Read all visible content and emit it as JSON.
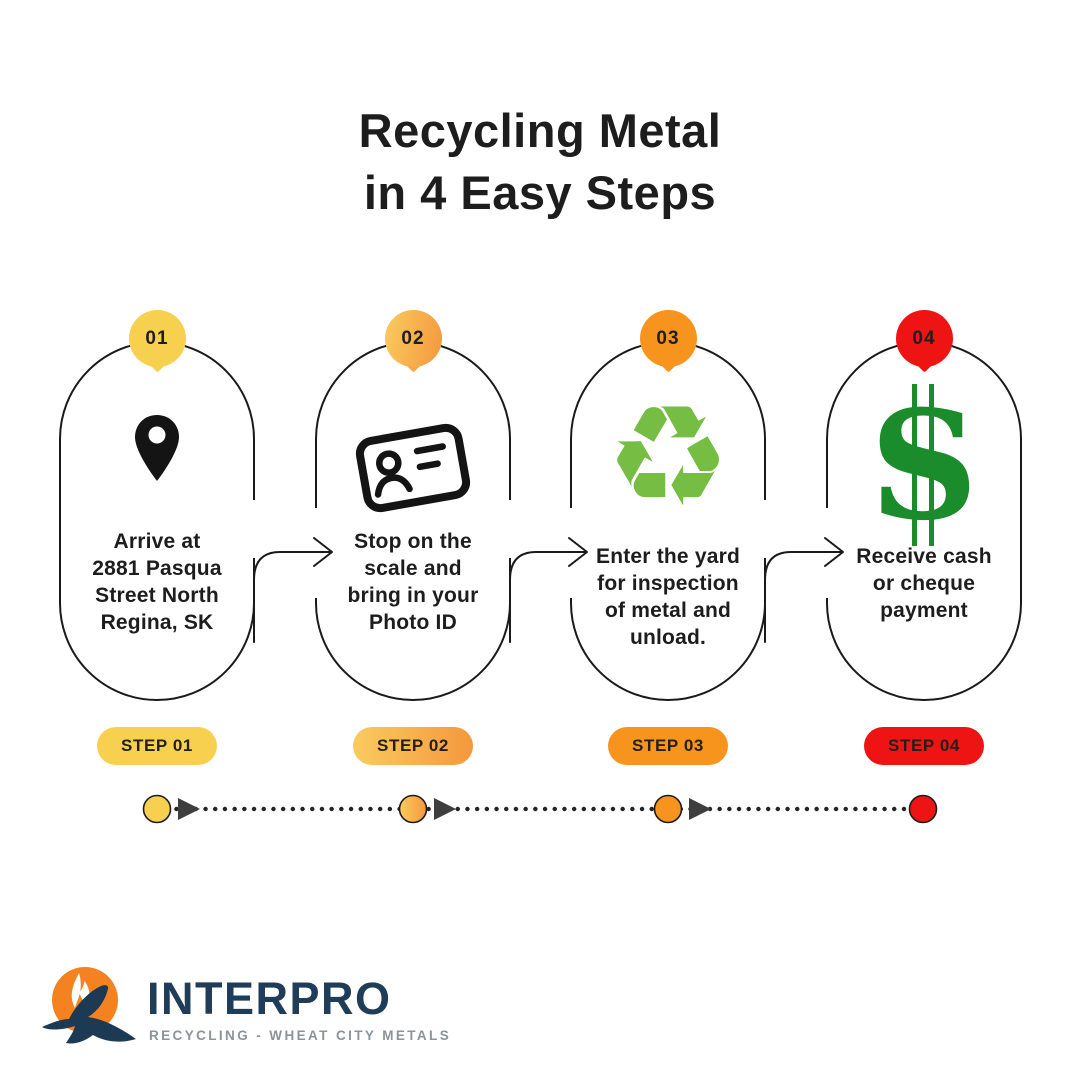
{
  "title": {
    "line1": "Recycling Metal",
    "line2": "in 4 Easy Steps"
  },
  "steps": [
    {
      "badge_number": "01",
      "step_label": "STEP 01",
      "icon": "location-pin-icon",
      "lines": [
        "Arrive at",
        "2881 Pasqua",
        "Street North",
        "Regina, SK"
      ],
      "accent_color": "#F8D04F"
    },
    {
      "badge_number": "02",
      "step_label": "STEP 02",
      "icon": "photo-id-card-icon",
      "lines": [
        "Stop on the",
        "scale and",
        "bring in your",
        "Photo ID"
      ],
      "accent_color_gradient_start": "#FACB5E",
      "accent_color_gradient_end": "#F4983C"
    },
    {
      "badge_number": "03",
      "step_label": "STEP 03",
      "icon": "recycling-icon",
      "icon_glyph": "♻",
      "icon_color": "#76BD43",
      "lines": [
        "Enter the yard",
        "for inspection",
        "of metal and",
        "unload."
      ],
      "accent_color": "#F7941E"
    },
    {
      "badge_number": "04",
      "step_label": "STEP 04",
      "icon": "dollar-icon",
      "icon_glyph": "S",
      "icon_color": "#1B8C2B",
      "lines": [
        "Receive cash",
        "or cheque",
        "payment"
      ],
      "accent_color": "#EE1414"
    }
  ],
  "logo": {
    "name": "INTERPRO",
    "tagline": "RECYCLING - WHEAT CITY METALS",
    "brand_navy": "#1F3C58",
    "brand_orange": "#F58220",
    "tagline_gray": "#8C9399"
  },
  "colors": {
    "background": "#FFFFFF",
    "text_dark": "#1D1D1D",
    "capsule_outline": "#1A1A1A",
    "timeline_marker_gray": "#3E3E3E"
  }
}
